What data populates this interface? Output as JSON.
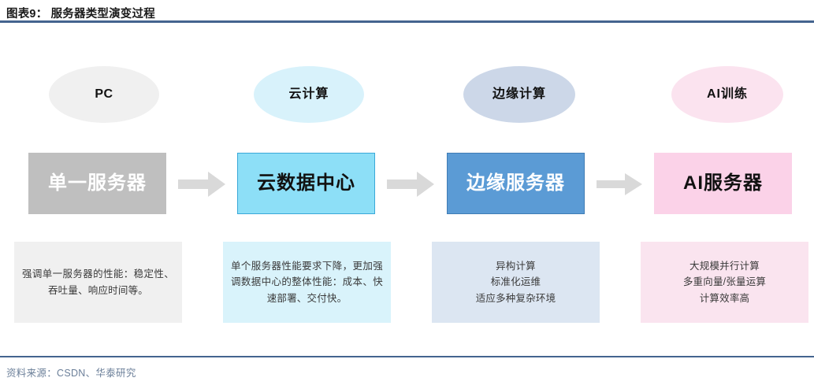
{
  "header": {
    "exhibit_title": "图表9： 服务器类型演变过程",
    "rule_color": "#44648f"
  },
  "diagram": {
    "type": "flow-evolution",
    "stages": [
      {
        "key": "pc",
        "bubble_label": "PC",
        "bubble_fill": "#f0f0f0",
        "bubble_text_color": "#111111",
        "box_label": "单一服务器",
        "box_fill": "#bfbfbf",
        "box_border": "#bfbfbf",
        "box_text_color": "#ffffff",
        "desc_text": "强调单一服务器的性能：稳定性、吞吐量、响应时间等。",
        "desc_fill": "#f0f0f0"
      },
      {
        "key": "cloud-computing",
        "bubble_label": "云计算",
        "bubble_fill": "#d8f2fb",
        "bubble_text_color": "#111111",
        "box_label": "云数据中心",
        "box_fill": "#8ddff7",
        "box_border": "#3aa8d8",
        "box_text_color": "#111111",
        "desc_text": "单个服务器性能要求下降，更加强调数据中心的整体性能：成本、快速部署、交付快。",
        "desc_fill": "#d9f3fb"
      },
      {
        "key": "edge-computing",
        "bubble_label": "边缘计算",
        "bubble_fill": "#ccd7e8",
        "bubble_text_color": "#111111",
        "box_label": "边缘服务器",
        "box_fill": "#5b9bd5",
        "box_border": "#3f7cb5",
        "box_text_color": "#ffffff",
        "desc_text": "异构计算\n标准化运维\n适应多种复杂环境",
        "desc_fill": "#dce6f2"
      },
      {
        "key": "ai-training",
        "bubble_label": "AI训练",
        "bubble_fill": "#fbe3ef",
        "bubble_text_color": "#111111",
        "box_label": "AI服务器",
        "box_fill": "#fbd2e8",
        "box_border": "#fbd2e8",
        "box_text_color": "#111111",
        "desc_text": "大规模并行计算\n多重向量/张量运算\n计算效率高",
        "desc_fill": "#fae4ef"
      }
    ],
    "arrows": {
      "count": 3,
      "color": "#d9d9d9",
      "direction": "right"
    }
  },
  "footer": {
    "source": "资料来源：CSDN、华泰研究",
    "source_color": "#6b7f99"
  }
}
